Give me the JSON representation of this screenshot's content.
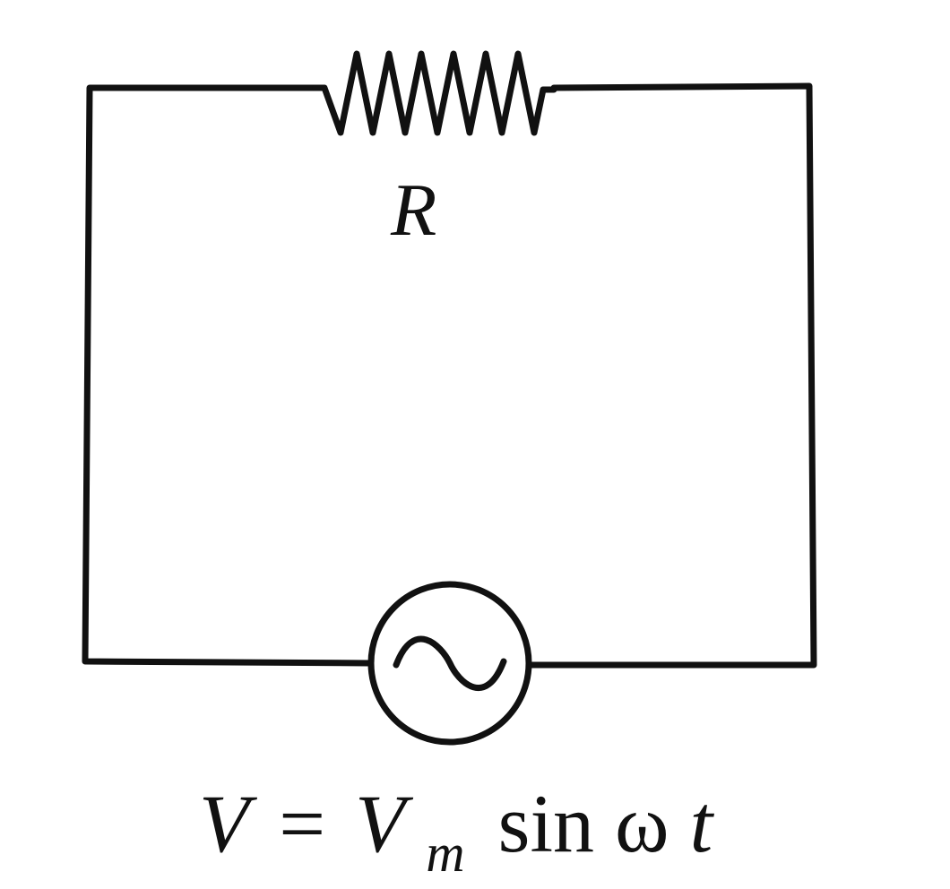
{
  "diagram": {
    "resistor_label": "R",
    "source_label": {
      "lhs": "V",
      "eq": "=",
      "vm": "V",
      "sub": "m",
      "func": "sin",
      "omega": "ω",
      "t": "t"
    },
    "stroke_color": "#111111",
    "source_icon": "ac-source-tilde-icon"
  }
}
